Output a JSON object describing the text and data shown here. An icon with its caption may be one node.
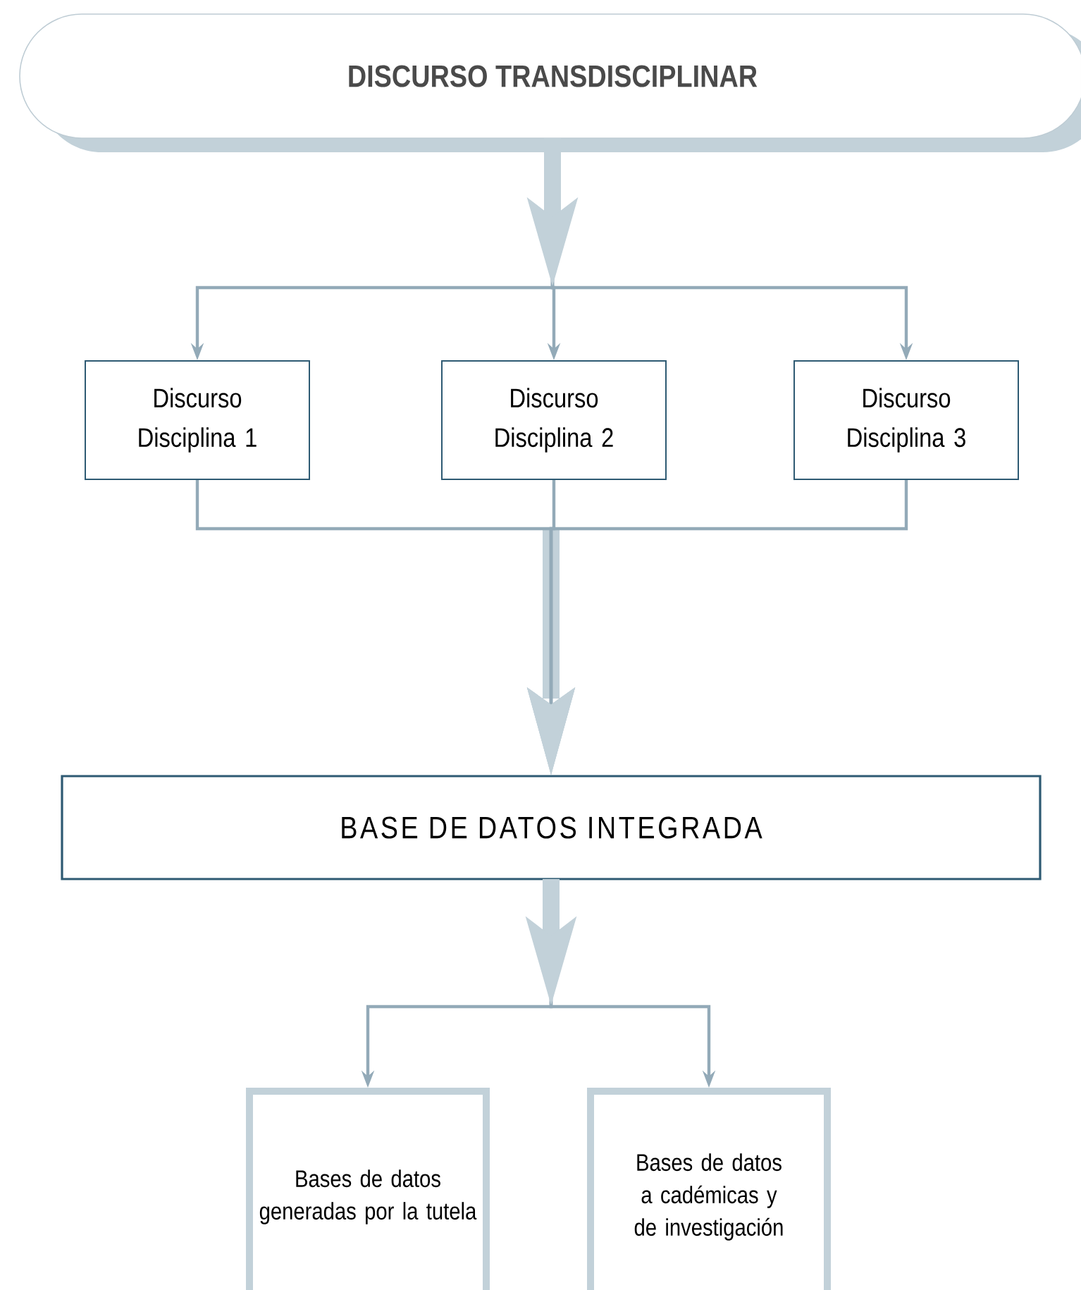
{
  "diagram": {
    "nodes": [
      {
        "text": [
          "DISCURSO TRANSDISCIPLINAR"
        ]
      },
      {
        "text": [
          "Discurso Disciplina 1"
        ]
      },
      {
        "text": [
          "Discurso Disciplina 2"
        ]
      },
      {
        "text": [
          "Discurso Disciplina 3"
        ]
      },
      {
        "text": [
          "BASE DE DATOS INTEGRADA"
        ]
      },
      {
        "text": [
          "Bases de datos generadas por la tutela"
        ]
      },
      {
        "text": [
          "Bases de datos a cadémicas y de investigación"
        ]
      }
    ],
    "edges": [
      {
        "from": 0,
        "to": 1,
        "arrow": "to"
      },
      {
        "from": 0,
        "to": 2,
        "arrow": "to"
      },
      {
        "from": 0,
        "to": 3,
        "arrow": "to"
      },
      {
        "from": 1,
        "to": 4,
        "arrow": "to"
      },
      {
        "from": 2,
        "to": 4,
        "arrow": "to"
      },
      {
        "from": 3,
        "to": 4,
        "arrow": "to"
      },
      {
        "from": 4,
        "to": 5,
        "arrow": "to"
      },
      {
        "from": 4,
        "to": 6,
        "arrow": "to"
      }
    ]
  }
}
